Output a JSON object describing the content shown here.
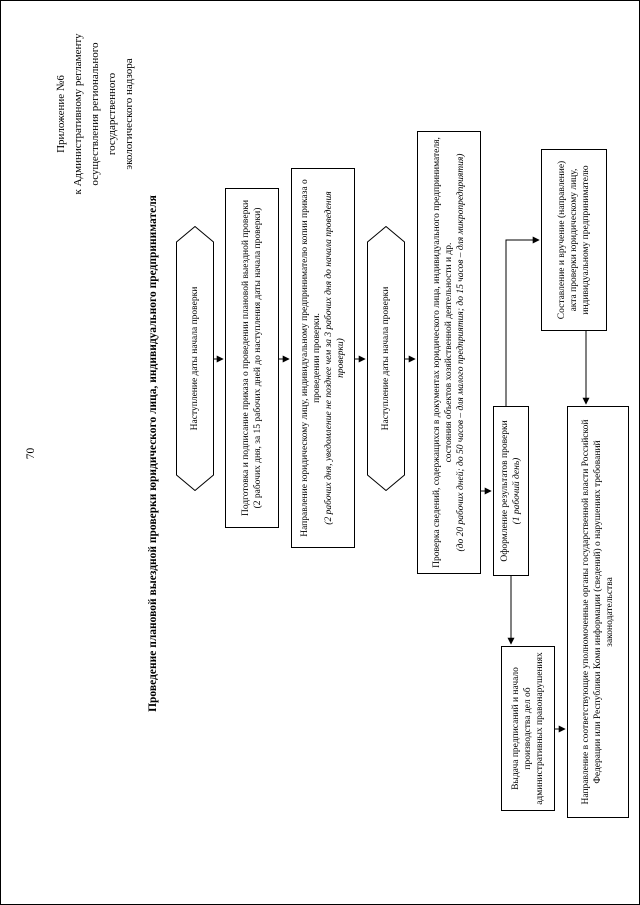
{
  "page": {
    "number": "70",
    "appendix": [
      "Приложение №6",
      "к Административному регламенту",
      "осуществления регионального",
      "государственного",
      "экологического надзора"
    ],
    "title": "Проведение плановой выездной проверки юридического лица, индивидуального предпринимателя"
  },
  "flowchart": {
    "start1": {
      "label": "Наступление даты начала проверки"
    },
    "prepare": {
      "main": "Подготовка и подписание приказа о проведении плановой выездной проверки",
      "note": "(2 рабочих дня, за 15 рабочих дней до наступления даты начала проверки)"
    },
    "send_copy": {
      "main": "Направление юридическому лицу, индивидуальному предпринимателю копии приказа о проведении проверки.",
      "note": "(2 рабочих дня, уведомление не позднее чем за 3 рабочих дня до начала проведения проверки)"
    },
    "start2": {
      "label": "Наступление даты начала проверки"
    },
    "inspection": {
      "main": "Проверка сведений, содержащихся в документах юридического лица, индивидуального предпринимателя, состояния объектов хозяйственной деятельности и др.",
      "note": "(до 20 рабочих дней; до 50 часов – для малого предприятия; до 15 часов – для микропредприятия)"
    },
    "results": {
      "main": "Оформление результатов проверки",
      "note": "(1 рабочий день)"
    },
    "act": {
      "main": "Составление и вручение (направление) акта проверки юридическому лицу, индивидуальному предпринимателю"
    },
    "prescriptions": {
      "main": "Выдача предписаний и начало производства дел об административных правонарушениях"
    },
    "notify": {
      "main": "Направление в соответствующие уполномоченные органы государственной власти Российской Федерации или Республики Коми информации (сведений) о нарушениях требований законодательства"
    }
  }
}
